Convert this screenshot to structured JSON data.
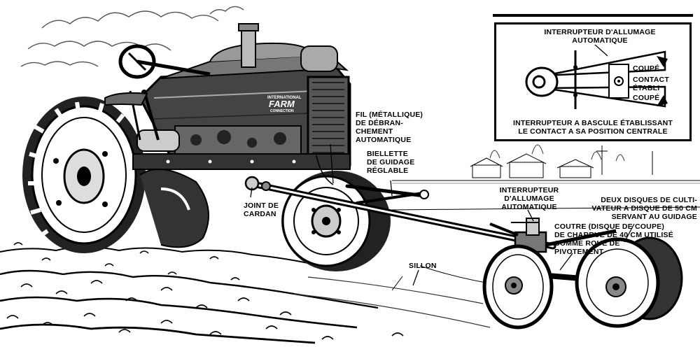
{
  "brand": {
    "small": "INTERNATIONAL",
    "big": "FARM",
    "sub": "CONNECTION"
  },
  "labels": {
    "wire": "FIL (MÉTALLIQUE)\nDE DÉBRAN-\nCHEMENT\nAUTOMATIQUE",
    "link": "BIELLETTE\nDE GUIDAGE\nRÉGLABLE",
    "joint": "JOINT DE\nCARDAN",
    "switch_main": "INTERRUPTEUR\nD'ALLUMAGE\nAUTOMATIQUE",
    "discs": "DEUX DISQUES DE CULTI-\nVATEUR A DISQUE DE 50 cm\nSERVANT AU GUIDAGE",
    "coulter": "COUTRE (DISQUE DE COUPE)\nDE CHARRUE DE 40 cm UTILISÉ\nCOMME ROUE DE\nPIVOTEMENT",
    "furrow": "SILLON"
  },
  "inset": {
    "title": "INTERRUPTEUR D'ALLUMAGE\nAUTOMATIQUE",
    "off_top": "COUPÉ",
    "contact": "CONTACT\nÉTABLI",
    "off_bottom": "COUPÉ",
    "caption": "INTERRUPTEUR A BASCULE ÉTABLISSANT\nLE CONTACT A SA POSITION CENTRALE"
  }
}
